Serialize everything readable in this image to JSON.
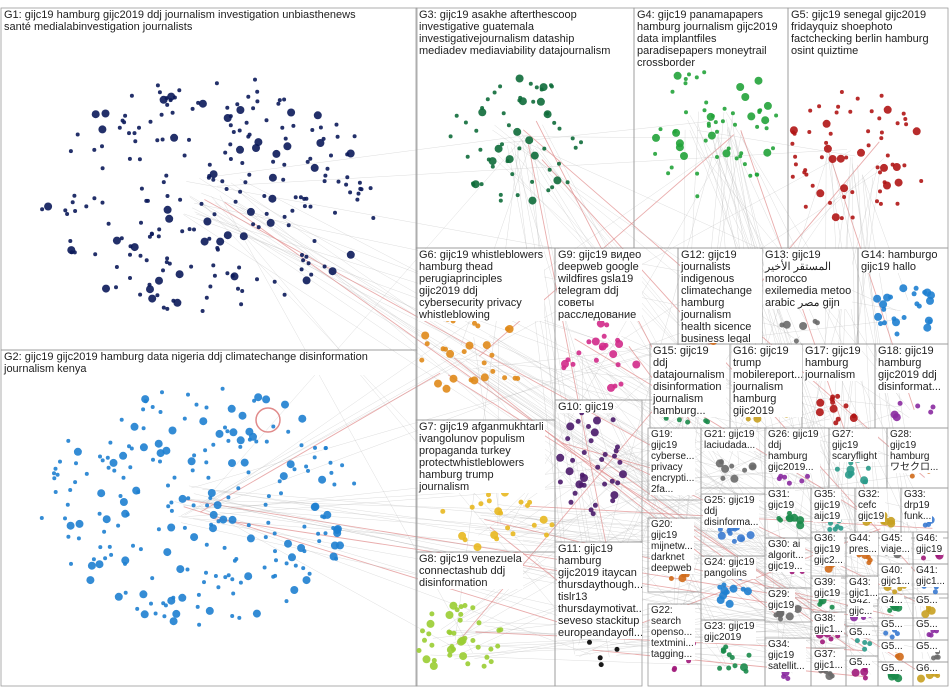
{
  "colors": {
    "edge": "#b5b5b5",
    "edge_red": "#e08a8a",
    "box": "#9a9a9a",
    "G1": "#0b1a5a",
    "G2": "#1e7fd0",
    "G3": "#0e6b3a",
    "G4": "#22a33a",
    "G5": "#b01515",
    "G6": "#e08a1a",
    "G7": "#e8b820",
    "G8": "#9acd32",
    "G9": "#d12a8a",
    "G10": "#4a1a6a",
    "misc": [
      "#3a7ad0",
      "#8a2aa0",
      "#2a9a8a",
      "#d06a1a",
      "#6a6a6a",
      "#a01a7a",
      "#1a8a4a",
      "#c8a020"
    ]
  },
  "groups": [
    {
      "id": "G1",
      "text": "G1: gijc19 hamburg gijc2019 ddj journalism investigation unbiasthenews\nsanté medialabinvestigation journalists"
    },
    {
      "id": "G2",
      "text": "G2: gijc19 gijc2019 hamburg data nigeria ddj climatechange disinformation\njournalism kenya"
    },
    {
      "id": "G3",
      "text": "G3: gijc19 asakhe afterthescoop\ninvestigative guatemala\ninvestigativejournalism dataship\nmediadev mediaviability datajournalism"
    },
    {
      "id": "G4",
      "text": "G4: gijc19 panamapapers\nhamburg journalism gijc2019\ndata implantfiles\nparadisepapers moneytrail\ncrossborder"
    },
    {
      "id": "G5",
      "text": "G5: gijc19 senegal gijc2019\nfridayquiz shoephoto\nfactchecking berlin hamburg\nosint quiztime"
    },
    {
      "id": "G6",
      "text": "G6: gijc19 whistleblowers\nhamburg thead\nperugiaprinciples\ngijc2019 ddj\ncybersecurity privacy\nwhistleblowing"
    },
    {
      "id": "G7",
      "text": "G7: gijc19 afganmukhtarli\nivangolunov populism\npropaganda turkey\nprotectwhistleblowers\nhamburg trump\njournalism"
    },
    {
      "id": "G8",
      "text": "G8: gijc19 venezuela\nconnectashub ddj\ndisinformation"
    },
    {
      "id": "G9",
      "text": "G9: gijc19 видео\ndeepweb google\nwildfires gsla19\ntelegram ddj\nсоветы\nрасследование"
    },
    {
      "id": "G10",
      "text": "G10: gijc19"
    },
    {
      "id": "G11",
      "text": "G11: gijc19\nhamburg\ngijc2019 itaycan\nthursdaythough...\ntislr13\nthursdaymotivat...\nseveso stackitup\neuropeandayofl..."
    },
    {
      "id": "G12",
      "text": "G12: gijc19\njournalists\nindigenous\nclimatechange\nhamburg journalism\nhealth sicence\nbusiness legal"
    },
    {
      "id": "G13",
      "text": "G13: gijc19\nالمستقر الأخير\nmorocco\nexilemedia metoo\narabic مصر gijn"
    },
    {
      "id": "G14",
      "text": "G14: hamburgo\ngijc19 hallo"
    },
    {
      "id": "G15",
      "text": "G15: gijc19\nddj\ndatajournalism\ndisinformation\njournalism\nhamburg..."
    },
    {
      "id": "G16",
      "text": "G16: gijc19\ntrump\nmobilereport...\njournalism\nhamburg\ngijc2019"
    },
    {
      "id": "G17",
      "text": "G17: gijc19\nhamburg\njournalism"
    },
    {
      "id": "G18",
      "text": "G18: gijc19\nhamburg\ngijc2019 ddj\ndisinformat..."
    },
    {
      "id": "G19",
      "text": "G19:\ngijc19\ncyberse...\nprivacy\nencrypti...\n2fa..."
    },
    {
      "id": "G20",
      "text": "G20:\ngijc19\nmijnetw...\ndarknet\ndeepweb"
    },
    {
      "id": "G21",
      "text": "G21: gijc19\nlaciudada..."
    },
    {
      "id": "G22",
      "text": "G22:\nsearch\nopenso...\ntextmini...\ntagging..."
    },
    {
      "id": "G23",
      "text": "G23: gijc19\ngijc2019"
    },
    {
      "id": "G24",
      "text": "G24: gijc19\npangolins"
    },
    {
      "id": "G25",
      "text": "G25: gijc19\nddj\ndisinforma..."
    },
    {
      "id": "G26",
      "text": "G26: gijc19\nddj\nhamburg\ngijc2019..."
    },
    {
      "id": "G27",
      "text": "G27:\ngijc19\nscaryflight"
    },
    {
      "id": "G28",
      "text": "G28:\ngijc19\nhamburg\nワセクロ..."
    },
    {
      "id": "G29",
      "text": "G29:\ngijc19"
    },
    {
      "id": "G30",
      "text": "G30: ai\nalgorit...\ngijc19..."
    },
    {
      "id": "G31",
      "text": "G31:\ngijc19"
    },
    {
      "id": "G32",
      "text": "G32:\ncefc\ngijc19"
    },
    {
      "id": "G33",
      "text": "G33:\ndrp19\nfunk..."
    },
    {
      "id": "G34",
      "text": "G34:\ngijc19\nsatellit..."
    },
    {
      "id": "G35",
      "text": "G35:\ngijc19\naijc19"
    },
    {
      "id": "G36",
      "text": "G36:\ngijc19\ngijc2..."
    },
    {
      "id": "G37",
      "text": "G37:\ngijc1..."
    },
    {
      "id": "G38",
      "text": "G38:\ngijc1..."
    },
    {
      "id": "G39",
      "text": "G39:\ngijc19"
    },
    {
      "id": "G40",
      "text": "G40:\ngijc1..."
    },
    {
      "id": "G41",
      "text": "G41:\ngijc1..."
    },
    {
      "id": "G42",
      "text": "G42:\ngijc..."
    },
    {
      "id": "G43",
      "text": "G43:\ngijc1..."
    },
    {
      "id": "G44",
      "text": "G44:\npres..."
    },
    {
      "id": "G45",
      "text": "G45:\nviaje..."
    },
    {
      "id": "G46",
      "text": "G46:\ngijc19"
    },
    {
      "id": "G4x",
      "text": "G4..."
    },
    {
      "id": "G5a",
      "text": "G5..."
    },
    {
      "id": "G5b",
      "text": "G5..."
    },
    {
      "id": "G5c",
      "text": "G5..."
    },
    {
      "id": "G5d",
      "text": "G5..."
    },
    {
      "id": "G5e",
      "text": "G5..."
    },
    {
      "id": "G5f",
      "text": "G5..."
    },
    {
      "id": "G5g",
      "text": "G5..."
    },
    {
      "id": "G5h",
      "text": "G5..."
    },
    {
      "id": "G6x",
      "text": "G6..."
    }
  ]
}
